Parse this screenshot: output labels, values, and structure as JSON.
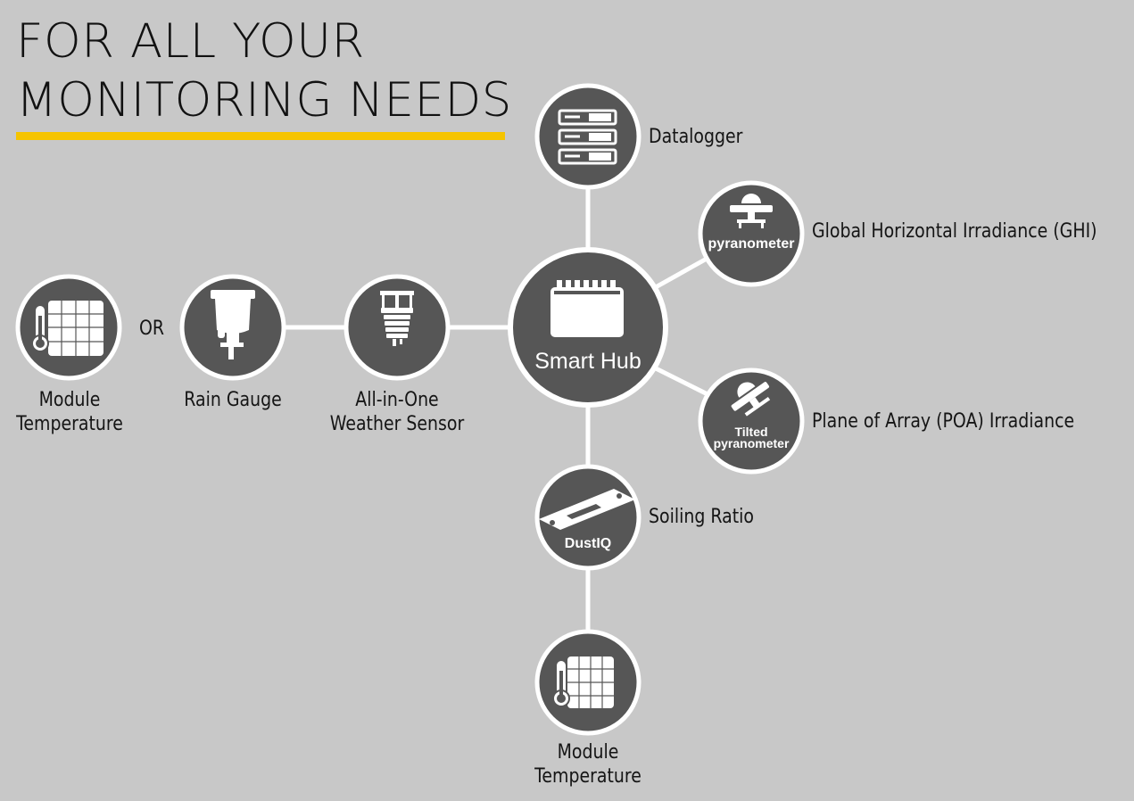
{
  "title": {
    "line1": "FOR ALL YOUR",
    "line2": "MONITORING NEEDS"
  },
  "colors": {
    "background": "#c8c8c8",
    "node_fill": "#565656",
    "node_ring": "#ffffff",
    "accent_underline": "#f5c400",
    "text": "#151515"
  },
  "hub": {
    "label": "Smart Hub",
    "icon": "smart-hub-icon"
  },
  "nodes": {
    "datalogger": {
      "label": "Datalogger",
      "icon": "server-rack-icon"
    },
    "ghi": {
      "label": "Global Horizontal Irradiance (GHI)",
      "icon": "pyranometer-icon",
      "icon_text": "pyranometer"
    },
    "poa": {
      "label": "Plane of Array (POA) Irradiance",
      "icon": "tilted-pyranometer-icon",
      "icon_text_1": "Tilted",
      "icon_text_2": "pyranometer"
    },
    "soiling": {
      "label": "Soiling Ratio",
      "icon": "dustiq-icon",
      "icon_text": "DustIQ"
    },
    "module_temp_bottom": {
      "label_1": "Module",
      "label_2": "Temperature",
      "icon": "solar-module-thermometer-icon"
    },
    "weather": {
      "label_1": "All-in-One",
      "label_2": "Weather Sensor",
      "icon": "weather-station-icon"
    },
    "rain": {
      "label": "Rain Gauge",
      "icon": "rain-gauge-icon"
    },
    "or_text": "OR",
    "module_temp_left": {
      "label_1": "Module",
      "label_2": "Temperature",
      "icon": "solar-module-thermometer-icon"
    }
  }
}
